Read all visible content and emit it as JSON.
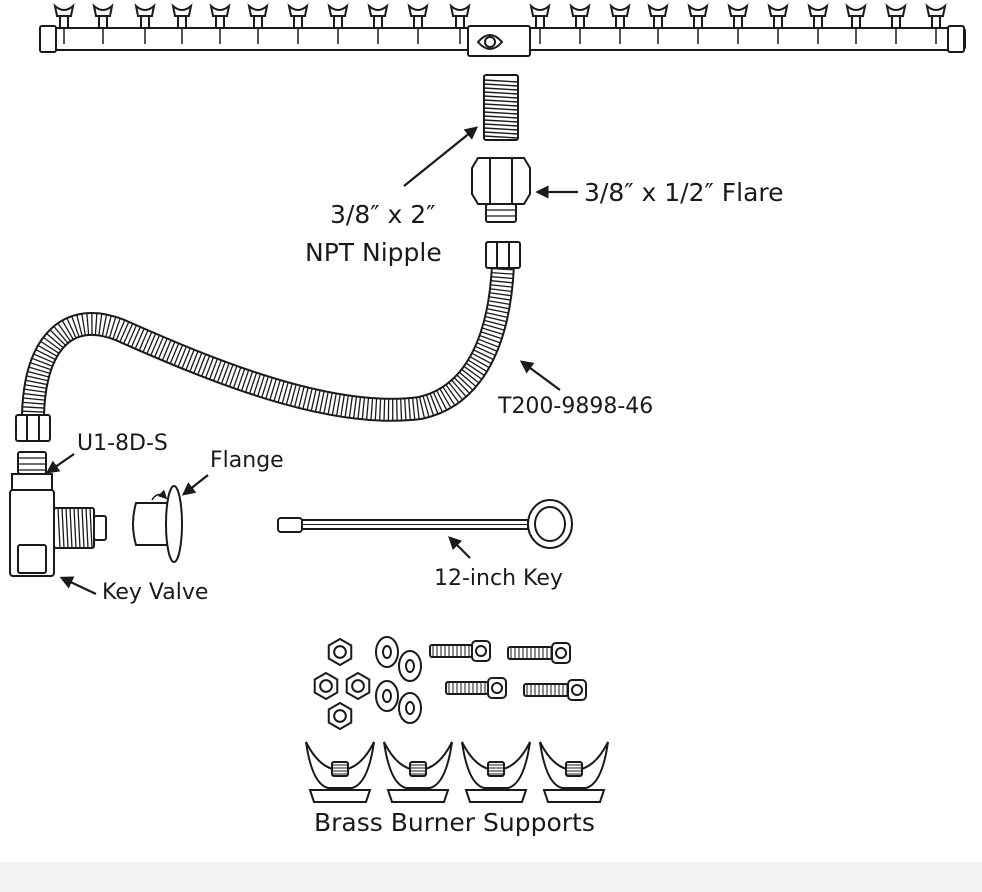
{
  "labels": {
    "nipple_line1": "3/8″ x 2″",
    "nipple_line2": "NPT Nipple",
    "flare": "3/8″ x 1/2″ Flare",
    "hose_part": "T200-9898-46",
    "valve_part": "U1-8D-S",
    "flange": "Flange",
    "key_valve": "Key Valve",
    "key": "12-inch Key",
    "supports": "Brass Burner Supports"
  },
  "colors": {
    "line": "#1a1a1a",
    "fill": "#ffffff",
    "footer": "#f2f2f2"
  }
}
